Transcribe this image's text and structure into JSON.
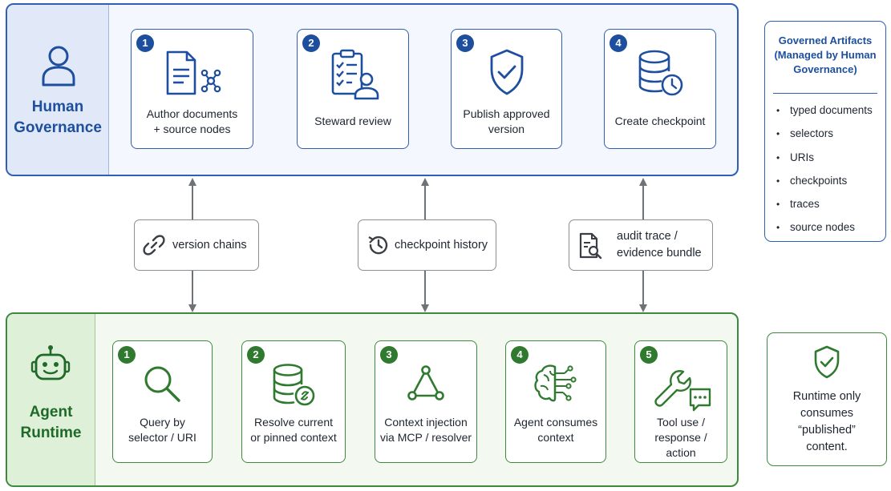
{
  "human_governance": {
    "title_line1": "Human",
    "title_line2": "Governance",
    "icon": "person-icon",
    "steps": [
      {
        "number": "1",
        "label_line1": "Author documents",
        "label_line2": "+ source nodes",
        "icon": "document-network-icon"
      },
      {
        "number": "2",
        "label_line1": "Steward review",
        "icon": "checklist-person-icon"
      },
      {
        "number": "3",
        "label_line1": "Publish approved",
        "label_line2": "version",
        "icon": "shield-check-icon"
      },
      {
        "number": "4",
        "label_line1": "Create checkpoint",
        "icon": "database-clock-icon"
      }
    ]
  },
  "links": [
    {
      "label_line1": "version chains",
      "icon": "link-icon"
    },
    {
      "label_line1": "checkpoint history",
      "icon": "history-icon"
    },
    {
      "label_line1": "audit trace /",
      "label_line2": "evidence bundle",
      "icon": "document-search-icon"
    }
  ],
  "agent_runtime": {
    "title_line1": "Agent",
    "title_line2": "Runtime",
    "icon": "robot-icon",
    "steps": [
      {
        "number": "1",
        "label_line1": "Query by",
        "label_line2": "selector / URI",
        "icon": "magnifier-icon"
      },
      {
        "number": "2",
        "label_line1": "Resolve current",
        "label_line2": "or pinned context",
        "icon": "database-link-icon"
      },
      {
        "number": "3",
        "label_line1": "Context injection",
        "label_line2": "via MCP / resolver",
        "icon": "triangle-nodes-icon"
      },
      {
        "number": "4",
        "label_line1": "Agent consumes",
        "label_line2": "context",
        "icon": "brain-circuit-icon"
      },
      {
        "number": "5",
        "label_line1": "Tool use /",
        "label_line2": "response / action",
        "icon": "wrench-chat-icon"
      }
    ]
  },
  "governed_artifacts": {
    "title_line1": "Governed Artifacts",
    "title_line2": "(Managed by Human",
    "title_line3": "Governance)",
    "bullet": "•",
    "items": [
      "typed documents",
      "selectors",
      "URIs",
      "checkpoints",
      "traces",
      "source nodes"
    ]
  },
  "runtime_note": {
    "icon": "shield-check-icon",
    "line1": "Runtime only",
    "line2": "consumes",
    "line3": "“published”",
    "line4": "content."
  },
  "colors": {
    "governance_blue": "#2f5fb5",
    "runtime_green": "#3d8a3d",
    "connector_gray": "#6e737a"
  }
}
